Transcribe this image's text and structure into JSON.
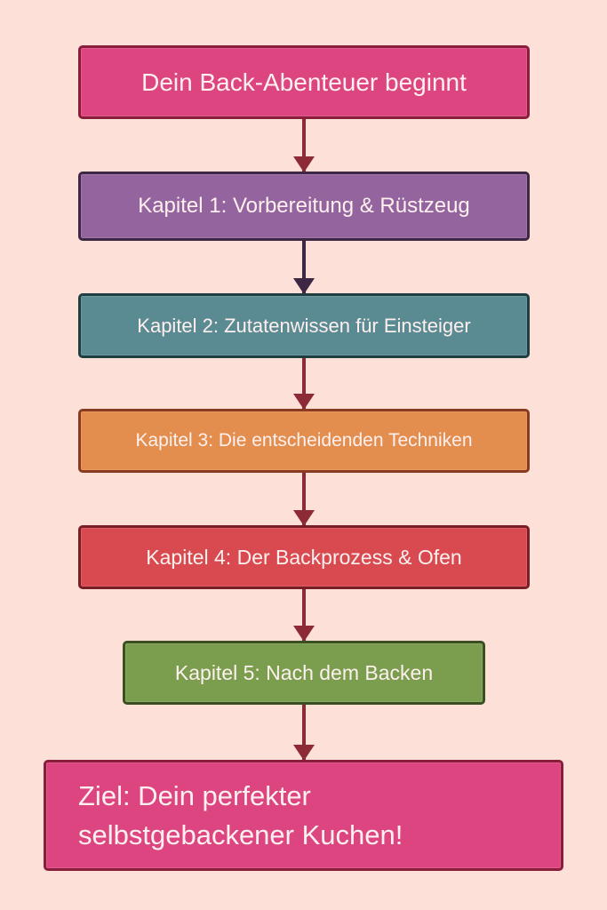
{
  "flow": {
    "start": "Dein Back-Abenteuer beginnt",
    "steps": [
      "Kapitel 1: Vorbereitung & Rüstzeug",
      "Kapitel 2: Zutatenwissen für Einsteiger",
      "Kapitel 3: Die entscheidenden Techniken",
      "Kapitel 4: Der Backprozess & Ofen",
      "Kapitel 5: Nach dem Backen"
    ],
    "goal_line1": "Ziel: Dein perfekter",
    "goal_line2": "selbstgebackener Kuchen!"
  },
  "colors": {
    "background": "#fde0d8",
    "start": "#dc4580",
    "chapter1": "#94649e",
    "chapter2": "#5a8a92",
    "chapter3": "#e38e4e",
    "chapter4": "#d84a50",
    "chapter5": "#7a9e4e",
    "goal": "#dc4580"
  }
}
